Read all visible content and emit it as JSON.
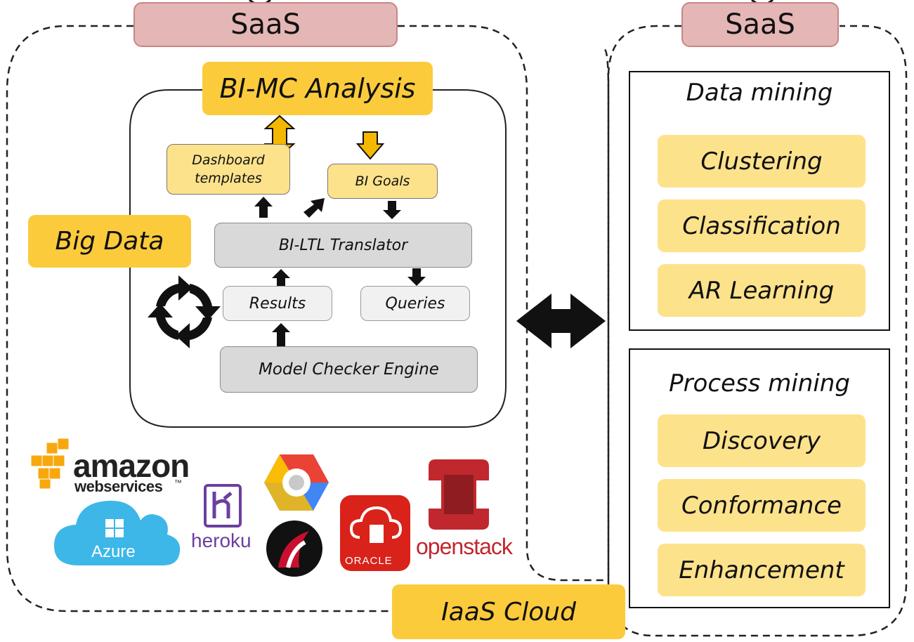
{
  "left_saas": {
    "label": "SaaS"
  },
  "right_saas": {
    "label": "SaaS"
  },
  "bimc": {
    "title": "BI-MC Analysis"
  },
  "big_data": {
    "label": "Big Data"
  },
  "iaas": {
    "label": "IaaS Cloud"
  },
  "components": {
    "dashboard": "Dashboard templates",
    "bi_goals": "BI Goals",
    "translator": "BI-LTL Translator",
    "results": "Results",
    "queries": "Queries",
    "engine": "Model Checker Engine"
  },
  "data_mining": {
    "title": "Data mining",
    "items": [
      "Clustering",
      "Classification",
      "AR Learning"
    ]
  },
  "process_mining": {
    "title": "Process mining",
    "items": [
      "Discovery",
      "Conformance",
      "Enhancement"
    ]
  },
  "logos": {
    "amazon_line1": "amazon",
    "amazon_line2": "webservices",
    "amazon_tm": "™",
    "azure": "Azure",
    "heroku": "heroku",
    "oracle": "ORACLE",
    "openstack": "openstack"
  },
  "colors": {
    "yellow": "#fccb3c",
    "light_yellow": "#fde28c",
    "pink": "#e4b6b6",
    "gray": "#d9d9d9"
  }
}
